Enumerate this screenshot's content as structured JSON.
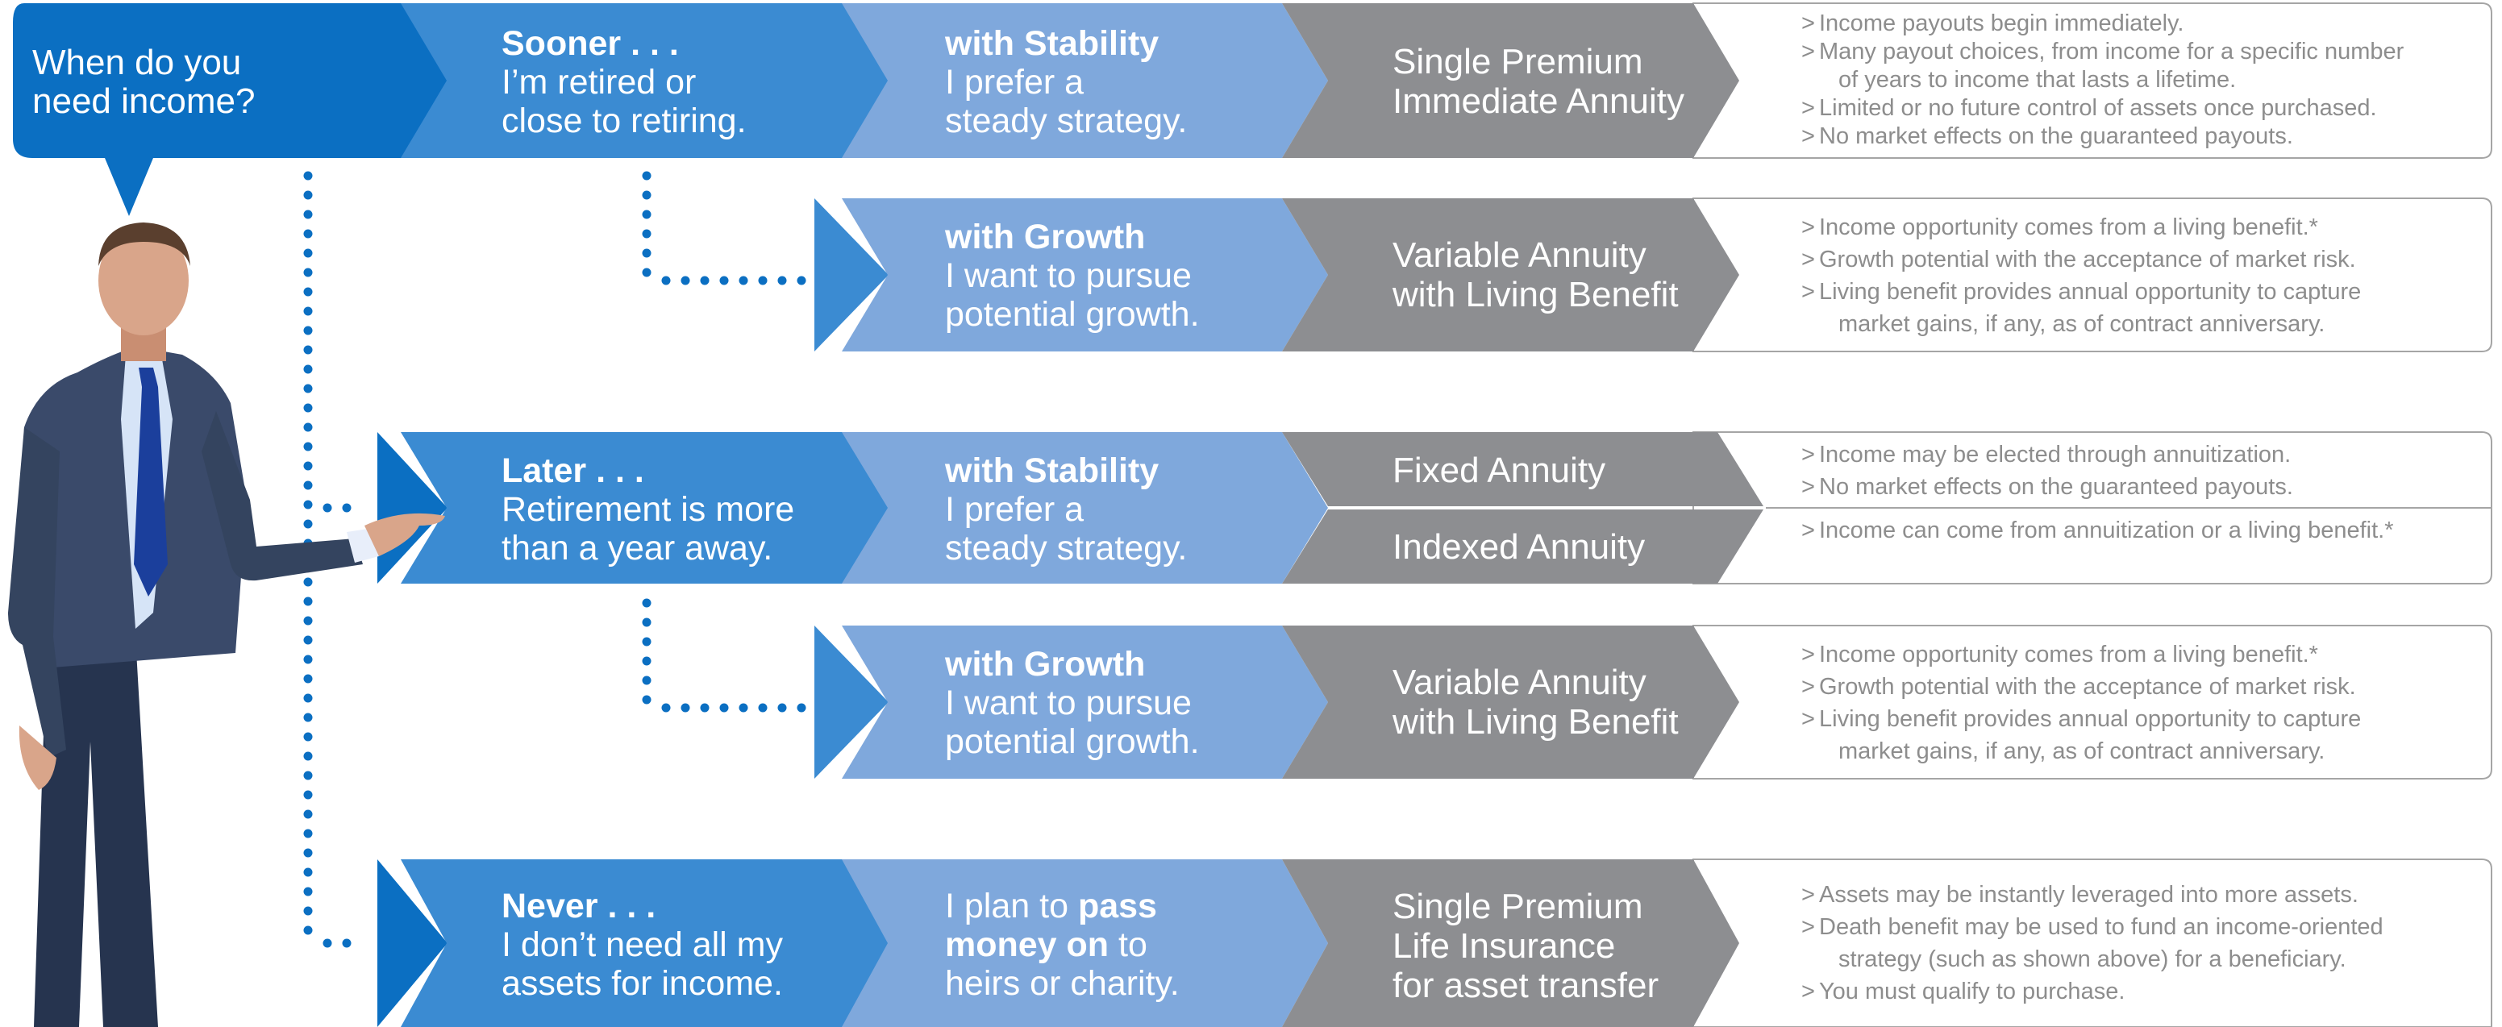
{
  "question": {
    "line1": "When do you",
    "line2": "need income?"
  },
  "rows": [
    {
      "timing": {
        "heading": "Sooner . . .",
        "line1": "I’m retired or",
        "line2": "close to retiring."
      },
      "preference": {
        "heading": "with Stability",
        "line1": "I prefer a",
        "line2": "steady strategy."
      },
      "product": {
        "line1": "Single Premium",
        "line2": "Immediate Annuity"
      },
      "details": [
        {
          "text": "Income payouts begin immediately.",
          "cont": false
        },
        {
          "text": "Many payout choices, from income for a specific number",
          "cont": false
        },
        {
          "text": "of years to income that lasts a lifetime.",
          "cont": true
        },
        {
          "text": "Limited or no future control of assets once purchased.",
          "cont": false
        },
        {
          "text": "No market effects on the guaranteed payouts.",
          "cont": false
        }
      ]
    },
    {
      "preference": {
        "heading": "with Growth",
        "line1": "I want to pursue",
        "line2": "potential growth."
      },
      "product": {
        "line1": "Variable Annuity",
        "line2": "with Living Benefit"
      },
      "details": [
        {
          "text": "Income opportunity comes from a living benefit.*",
          "cont": false
        },
        {
          "text": "Growth potential with the acceptance of market risk.",
          "cont": false
        },
        {
          "text": "Living benefit provides annual opportunity to capture",
          "cont": false
        },
        {
          "text": "market gains, if any, as of contract anniversary.",
          "cont": true
        }
      ]
    },
    {
      "timing": {
        "heading": "Later . . .",
        "line1": "Retirement is more",
        "line2": "than a year away."
      },
      "preference": {
        "heading": "with Stability",
        "line1": "I prefer a",
        "line2": "steady strategy."
      },
      "product_a": {
        "line1": "Fixed Annuity"
      },
      "product_b": {
        "line1": "Indexed Annuity"
      },
      "details_a": [
        {
          "text": "Income may be elected through annuitization.",
          "cont": false
        },
        {
          "text": "No market effects on the guaranteed payouts.",
          "cont": false
        }
      ],
      "details_b": [
        {
          "text": "Income can come from annuitization or a living benefit.*",
          "cont": false
        }
      ]
    },
    {
      "preference": {
        "heading": "with Growth",
        "line1": "I want to pursue",
        "line2": "potential growth."
      },
      "product": {
        "line1": "Variable Annuity",
        "line2": "with Living Benefit"
      },
      "details": [
        {
          "text": "Income opportunity comes from a living benefit.*",
          "cont": false
        },
        {
          "text": "Growth potential with the acceptance of market risk.",
          "cont": false
        },
        {
          "text": "Living benefit provides annual opportunity to capture",
          "cont": false
        },
        {
          "text": "market gains, if any, as of contract anniversary.",
          "cont": true
        }
      ]
    },
    {
      "timing": {
        "heading": "Never . . .",
        "line1": "I don’t need all my",
        "line2": "assets for income."
      },
      "preference": {
        "pre": "I plan to ",
        "bold1": "pass",
        "bold2": "money on",
        "post2": " to",
        "line3": "heirs or charity."
      },
      "product": {
        "line1": "Single Premium",
        "line2": "Life Insurance",
        "line3": "for asset transfer"
      },
      "details": [
        {
          "text": "Assets may be instantly leveraged into more assets.",
          "cont": false
        },
        {
          "text": "Death benefit may be used to fund an income-oriented",
          "cont": false
        },
        {
          "text": "strategy (such as shown above) for a beneficiary.",
          "cont": true
        },
        {
          "text": "You must qualify to purchase.",
          "cont": false
        }
      ]
    }
  ],
  "colors": {
    "dark_blue": "#0b6fc2",
    "mid_blue": "#3b8bd2",
    "light_blue": "#7fa8dc",
    "gray": "#8d8e91",
    "detail_text": "#8d8d8d",
    "dots": "#0b6fc2"
  }
}
